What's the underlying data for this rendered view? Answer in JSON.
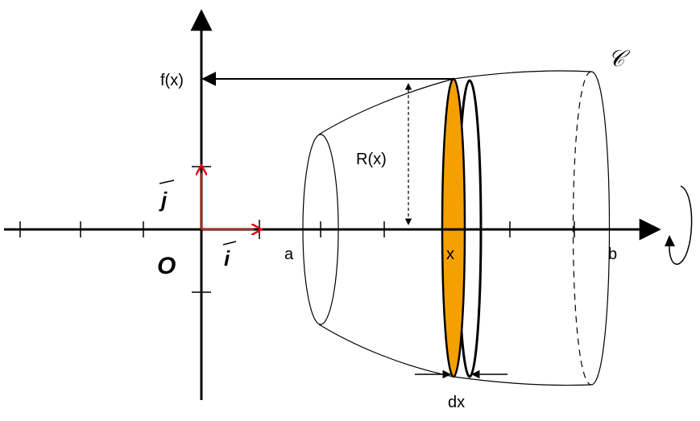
{
  "labels": {
    "fx": "f(x)",
    "rx": "R(x)",
    "a": "a",
    "x": "x",
    "b": "b",
    "dx": "dx",
    "origin": "O",
    "i_vec": "i",
    "j_vec": "j",
    "curve": "𝒞"
  },
  "colors": {
    "slice_fill": "#f5a000",
    "unit_vectors": "#e8001c",
    "lines": "#000000"
  }
}
